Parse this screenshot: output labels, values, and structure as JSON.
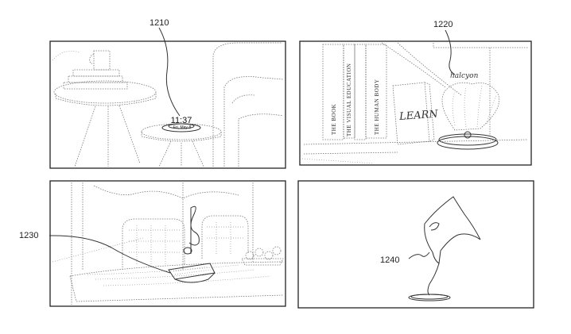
{
  "figure": {
    "panels": [
      {
        "label": "1210",
        "clock_time": "11:37",
        "clock_date": "Fri, May 8"
      },
      {
        "label": "1220",
        "word": "halcyon",
        "books": [
          "THE BOOK",
          "THE VISUAL EDUCATION",
          "THE HUMAN BODY"
        ],
        "book_cover": "LEARN"
      },
      {
        "label": "1230"
      },
      {
        "label": "1240"
      }
    ]
  }
}
